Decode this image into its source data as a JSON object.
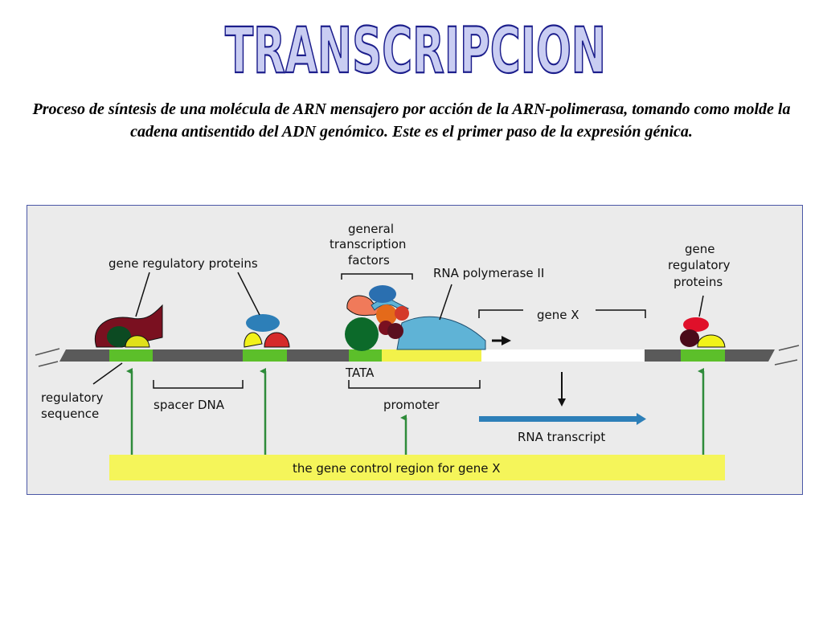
{
  "title": "TRANSCRIPCION",
  "description": "Proceso de síntesis de una molécula de ARN mensajero por acción de la ARN-polimerasa, tomando como molde la cadena antisentido del ADN genómico. Este es el primer paso de la expresión génica.",
  "diagram": {
    "labels": {
      "gene_regulatory_proteins_left": "gene regulatory proteins",
      "general_tf_line1": "general",
      "general_tf_line2": "transcription",
      "general_tf_line3": "factors",
      "rna_polymerase": "RNA polymerase II",
      "gene_x": "gene X",
      "gene_reg_right_line1": "gene",
      "gene_reg_right_line2": "regulatory",
      "gene_reg_right_line3": "proteins",
      "tata": "TATA",
      "regulatory_sequence_line1": "regulatory",
      "regulatory_sequence_line2": "sequence",
      "spacer_dna": "spacer DNA",
      "promoter": "promoter",
      "rna_transcript": "RNA transcript",
      "control_region": "the gene control region for gene X"
    },
    "colors": {
      "title_fill": "#c9cdf2",
      "title_stroke": "#1c1e8c",
      "panel_bg": "#ebebeb",
      "panel_border": "#4a57a6",
      "dna": "#555555",
      "regulatory_sequence": "#5cbf2a",
      "promoter_tata_box": "#f2f24a",
      "gene_region": "#ffffff",
      "control_region_bar": "#f5f55a",
      "rna_polymerase": "#5fb3d6",
      "rna_transcript_arrow": "#2d7fb8",
      "green_arrows": "#2e8b3a"
    }
  }
}
